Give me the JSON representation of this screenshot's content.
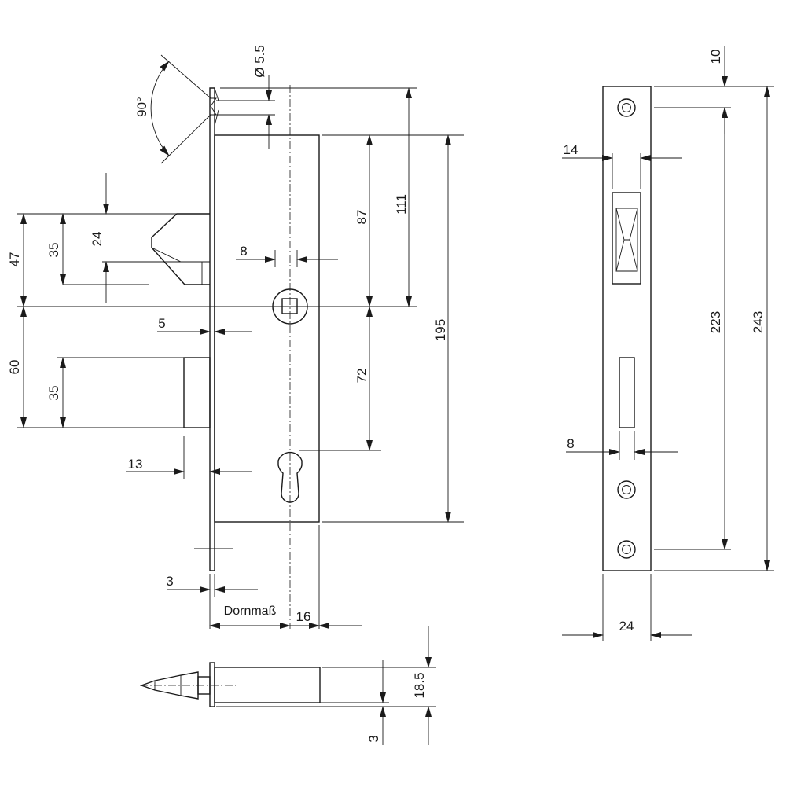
{
  "labels": {
    "dornmass": "Dornmaß",
    "angle": "90°",
    "diameter": "Ø 5.5"
  },
  "dimensions": {
    "d_111": "111",
    "d_87": "87",
    "d_195": "195",
    "d_72": "72",
    "d_8_spindle": "8",
    "d_47": "47",
    "d_35_top": "35",
    "d_24_latch": "24",
    "d_5": "5",
    "d_60": "60",
    "d_35_bottom": "35",
    "d_13": "13",
    "d_3_faceplate": "3",
    "d_16": "16",
    "d_10": "10",
    "d_14": "14",
    "d_223": "223",
    "d_243": "243",
    "d_8_bolt": "8",
    "d_24_width": "24",
    "d_18_5": "18.5",
    "d_3_bolt": "3"
  }
}
